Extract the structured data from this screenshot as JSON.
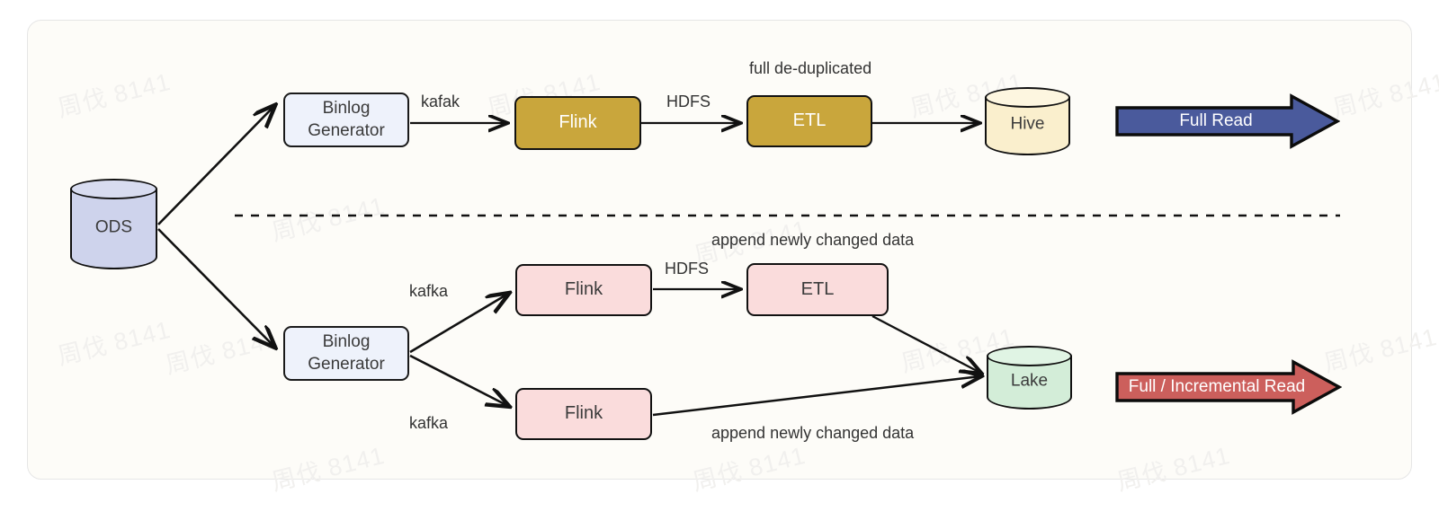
{
  "diagram": {
    "title": "Lakehouse vs Hive batch pipeline comparison",
    "watermark": "周伐 8141",
    "colors": {
      "panel_bg": "#fdfcf8",
      "panel_border": "#e6e6e6",
      "binlog_fill": "#eef2fb",
      "gold_fill": "#c9a63c",
      "pink_fill": "#fadcdc",
      "ods_fill": "#ced3ec",
      "hive_fill": "#faefcd",
      "lake_fill": "#d3edd8",
      "full_read_fill": "#4a5a9c",
      "incremental_read_fill": "#cc5f5c",
      "stroke": "#111111",
      "divider": "#111111"
    }
  },
  "nodes": {
    "ods": {
      "label": "ODS",
      "type": "cylinder"
    },
    "top_binlog": {
      "label_line1": "Binlog",
      "label_line2": "Generator",
      "type": "box"
    },
    "top_flink": {
      "label": "Flink",
      "type": "box"
    },
    "top_etl": {
      "label": "ETL",
      "type": "box"
    },
    "hive": {
      "label": "Hive",
      "type": "cylinder"
    },
    "bottom_binlog": {
      "label_line1": "Binlog",
      "label_line2": "Generator",
      "type": "box"
    },
    "bottom_flink_upper": {
      "label": "Flink",
      "type": "box"
    },
    "bottom_flink_lower": {
      "label": "Flink",
      "type": "box"
    },
    "bottom_etl": {
      "label": "ETL",
      "type": "box"
    },
    "lake": {
      "label": "Lake",
      "type": "cylinder"
    }
  },
  "edge_labels": {
    "top_kafka": "kafak",
    "top_hdfs": "HDFS",
    "top_full_dedup": "full de-duplicated",
    "bottom_kafka_upper": "kafka",
    "bottom_kafka_lower": "kafka",
    "bottom_hdfs": "HDFS",
    "bottom_append_upper": "append newly changed data",
    "bottom_append_lower": "append newly changed data"
  },
  "legend_arrows": {
    "full_read": "Full Read",
    "incremental_read": "Full / Incremental Read"
  }
}
